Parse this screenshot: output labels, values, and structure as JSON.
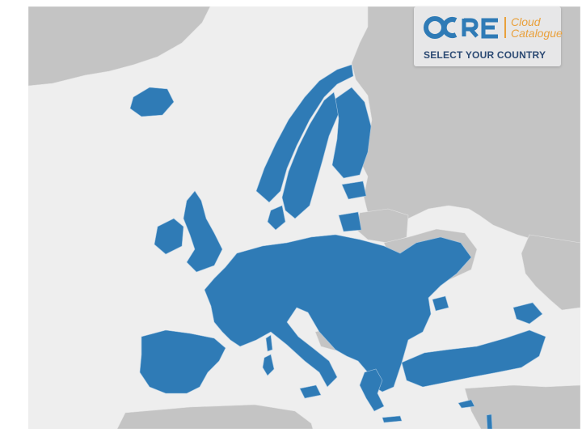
{
  "logo": {
    "brand": "OCRE",
    "line1": "Cloud",
    "line2": "Catalogue"
  },
  "panel": {
    "select_label": "SELECT YOUR COUNTRY"
  },
  "colors": {
    "selectable_country": "#2f7bb6",
    "other_land": "#c4c4c4",
    "sea": "#eeeeee",
    "accent": "#e9a03b",
    "heading": "#2c4a73"
  },
  "map": {
    "region": "Europe"
  }
}
